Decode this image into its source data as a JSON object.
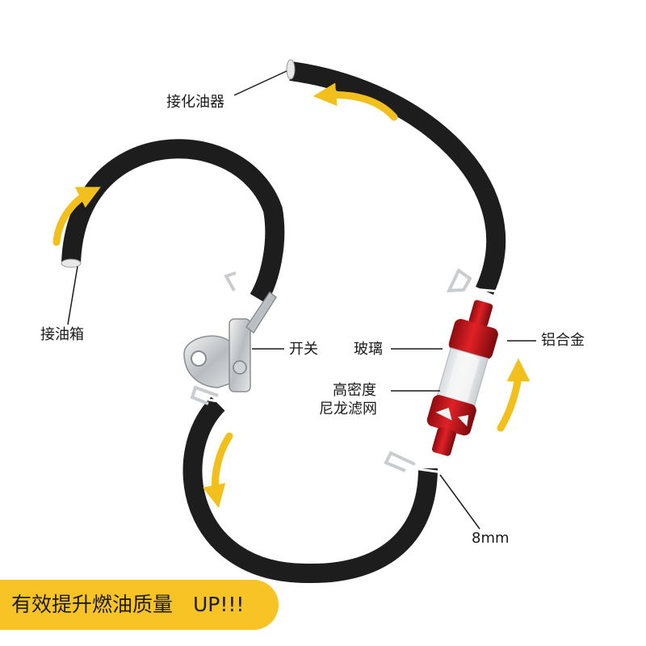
{
  "labels": {
    "carburetor": "接化油器",
    "fuel_tank": "接油箱",
    "switch": "开关",
    "glass": "玻璃",
    "aluminum_alloy": "铝合金",
    "filter_line1": "高密度",
    "filter_line2": "尼龙滤网",
    "diameter": "8mm"
  },
  "banner": {
    "text": "有效提升燃油质量　UP!!!"
  },
  "colors": {
    "hose": "#1d1d1d",
    "arrow": "#f2c01c",
    "aluminum": "#c8141b",
    "banner": "#f7c325"
  }
}
